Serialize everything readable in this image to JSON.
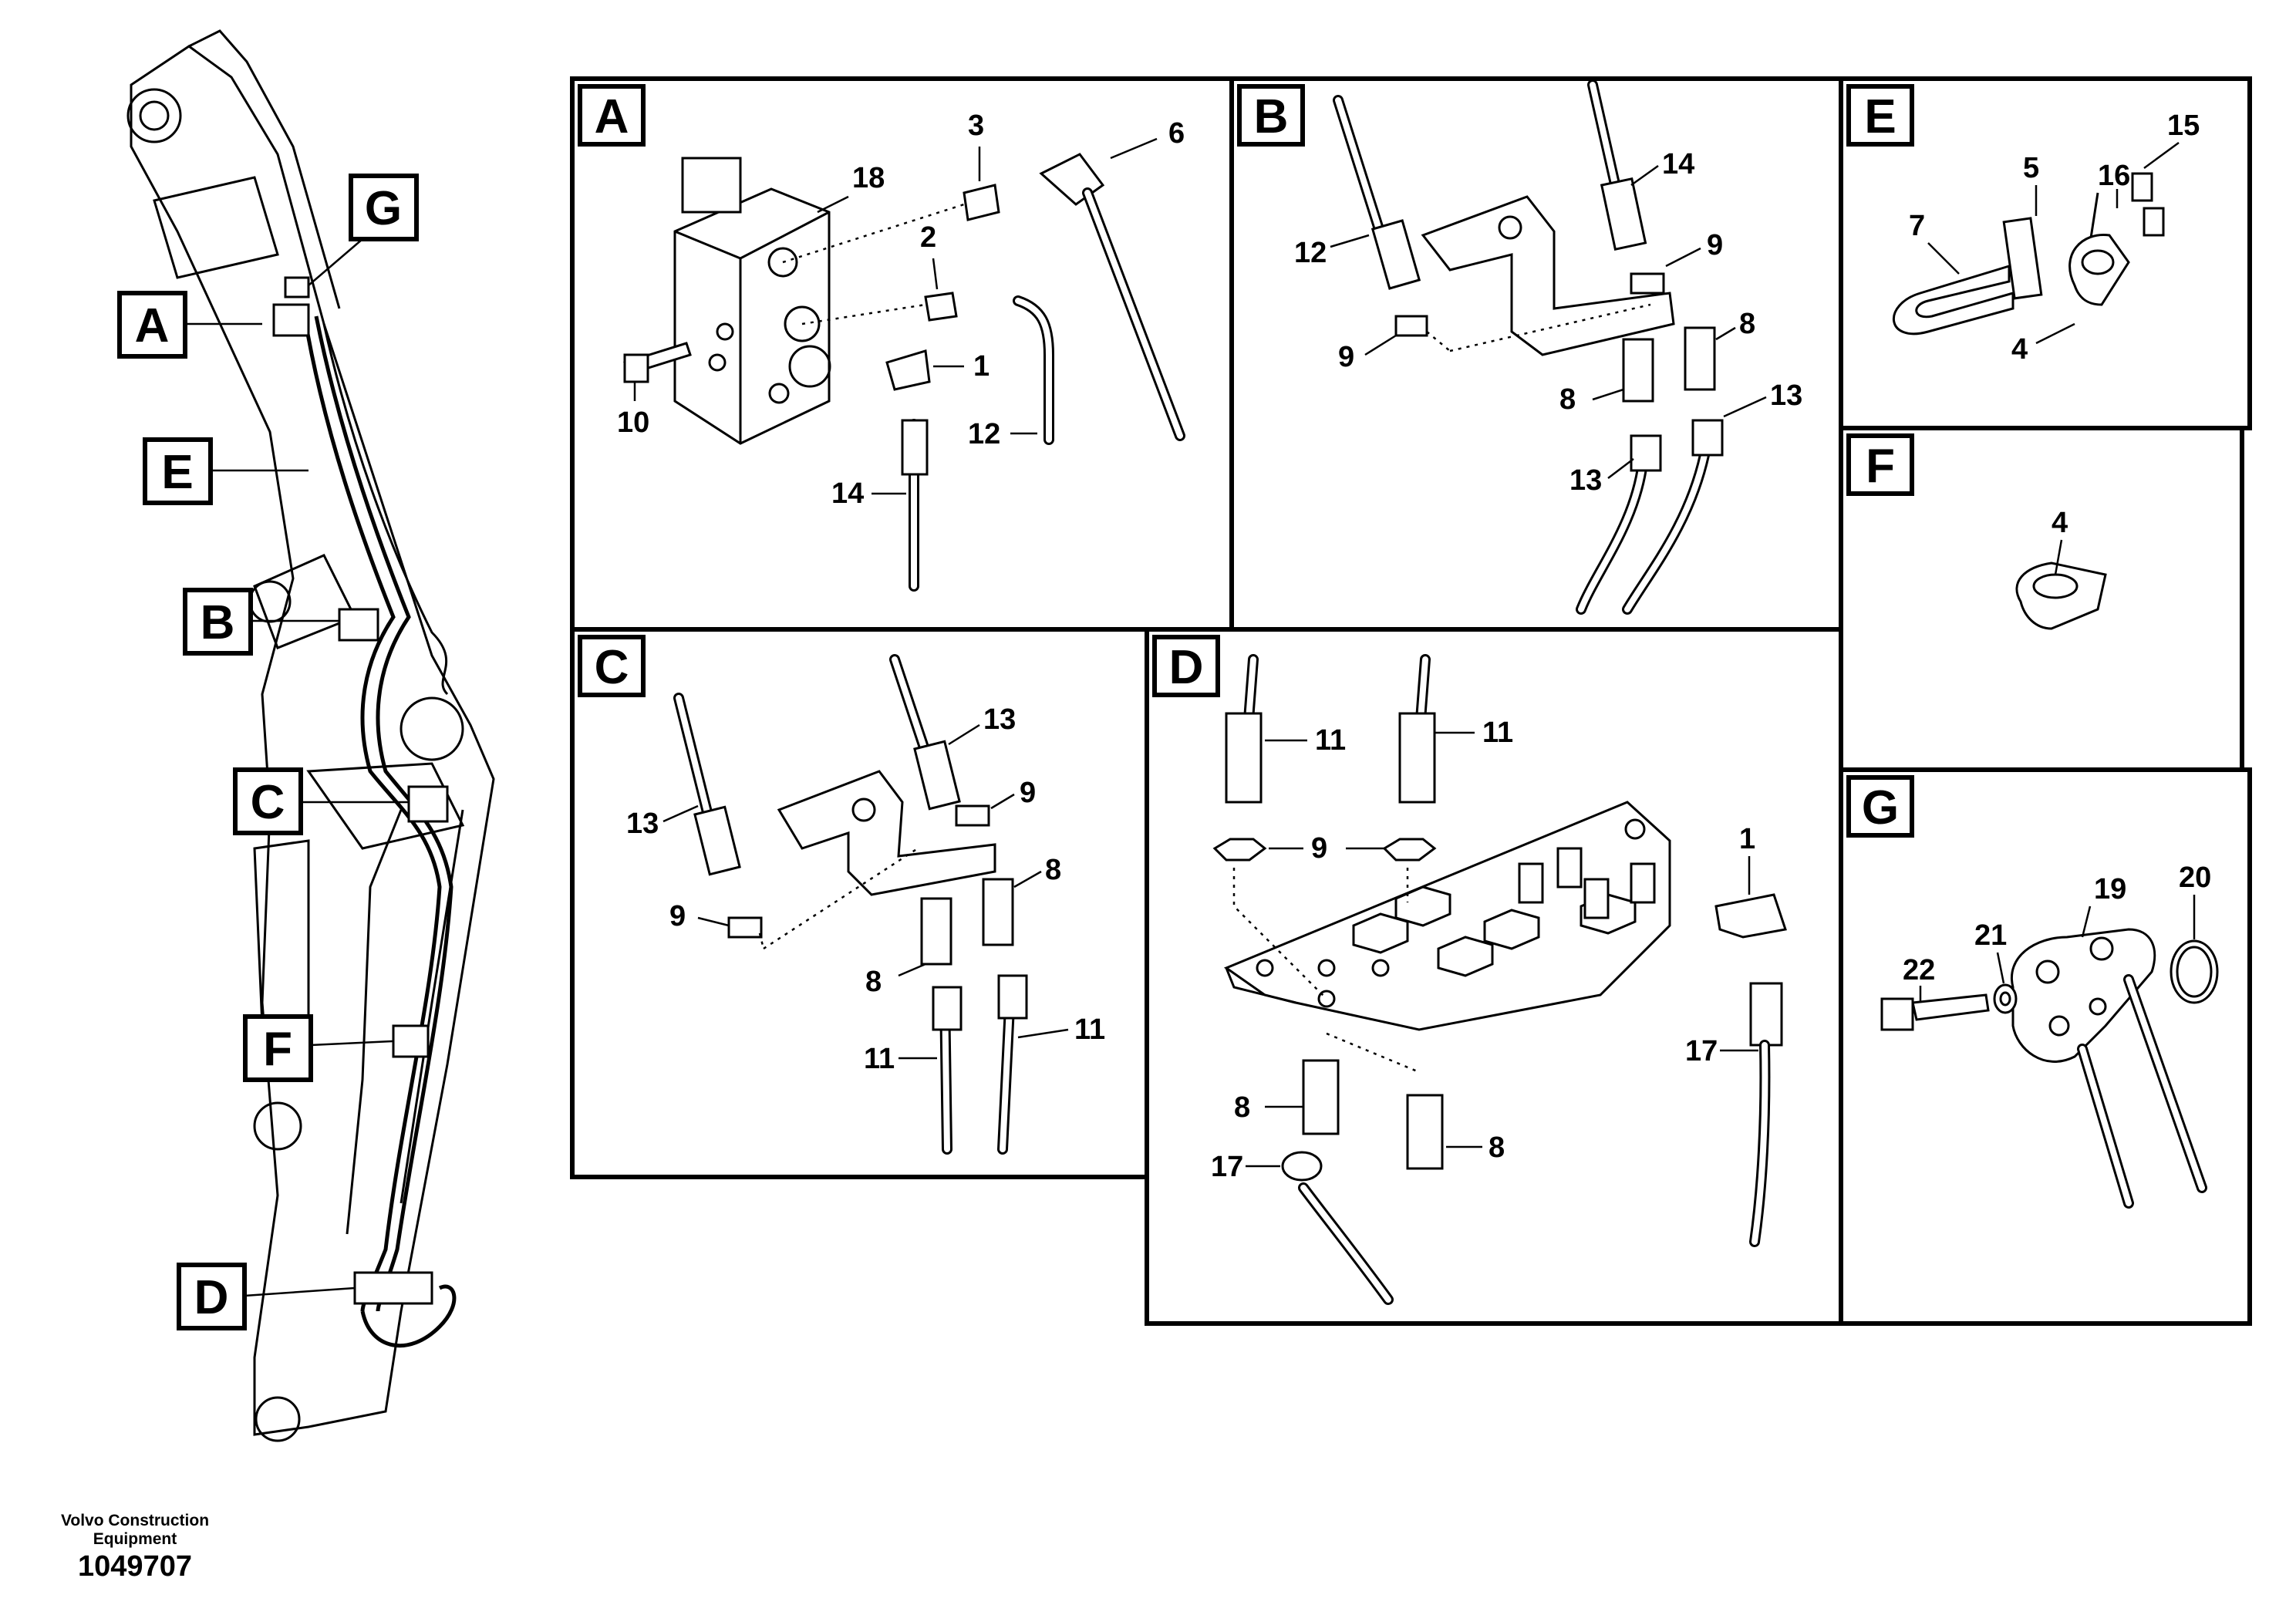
{
  "panels": [
    {
      "id": "A",
      "label": "A"
    },
    {
      "id": "B",
      "label": "B"
    },
    {
      "id": "C",
      "label": "C"
    },
    {
      "id": "D",
      "label": "D"
    },
    {
      "id": "E",
      "label": "E"
    },
    {
      "id": "F",
      "label": "F"
    },
    {
      "id": "G",
      "label": "G"
    }
  ],
  "overview_callouts": [
    "A",
    "B",
    "C",
    "D",
    "E",
    "F",
    "G"
  ],
  "part_numbers": {
    "A": [
      "18",
      "3",
      "6",
      "2",
      "1",
      "10",
      "12",
      "14"
    ],
    "B": [
      "14",
      "12",
      "9",
      "9",
      "8",
      "8",
      "13",
      "13"
    ],
    "C": [
      "13",
      "13",
      "9",
      "9",
      "8",
      "8",
      "11",
      "11"
    ],
    "D": [
      "11",
      "11",
      "9",
      "1",
      "17",
      "8",
      "8",
      "17"
    ],
    "E": [
      "15",
      "5",
      "16",
      "7",
      "4"
    ],
    "F": [
      "4"
    ],
    "G": [
      "19",
      "20",
      "21",
      "22"
    ]
  },
  "footer": {
    "company_line1": "Volvo Construction",
    "company_line2": "Equipment",
    "drawing_number": "1049707"
  }
}
